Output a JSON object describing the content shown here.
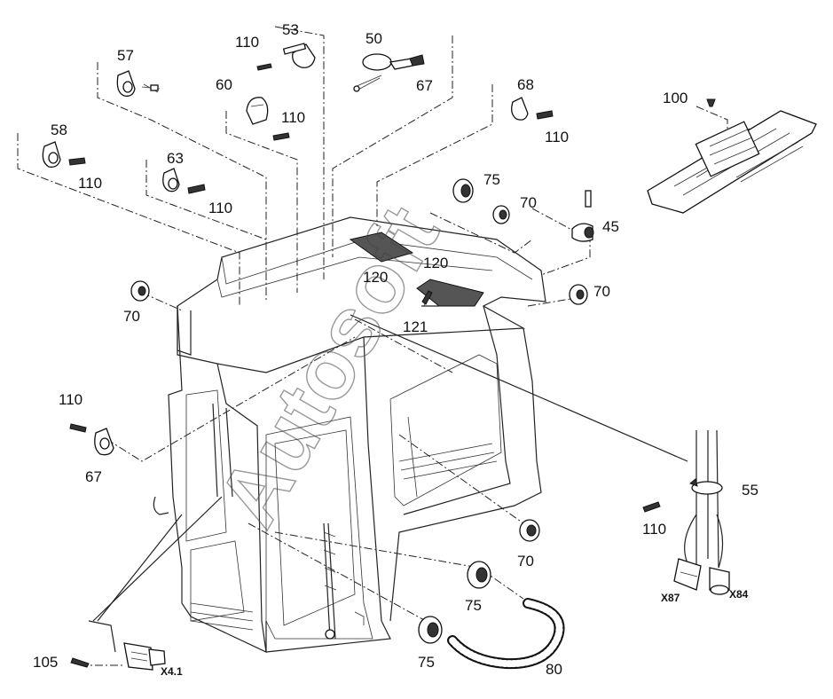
{
  "watermark": "Autosoft",
  "labels": {
    "l57": "57",
    "l110a": "110",
    "l53": "53",
    "l50": "50",
    "l60": "60",
    "l110b": "110",
    "l67a": "67",
    "l68": "68",
    "l110c": "110",
    "l100": "100",
    "l58": "58",
    "l110d": "110",
    "l63": "63",
    "l110e": "110",
    "l75a": "75",
    "l70a": "70",
    "l45": "45",
    "l120a": "120",
    "l120b": "120",
    "l70b": "70",
    "l70c": "70",
    "l121": "121",
    "l110f": "110",
    "l67b": "67",
    "l55": "55",
    "l110g": "110",
    "l70d": "70",
    "l75b": "75",
    "l75c": "75",
    "l80": "80",
    "l105": "105"
  },
  "connectors": {
    "x87": "X87",
    "x84": "X84",
    "x41": "X4.1"
  }
}
